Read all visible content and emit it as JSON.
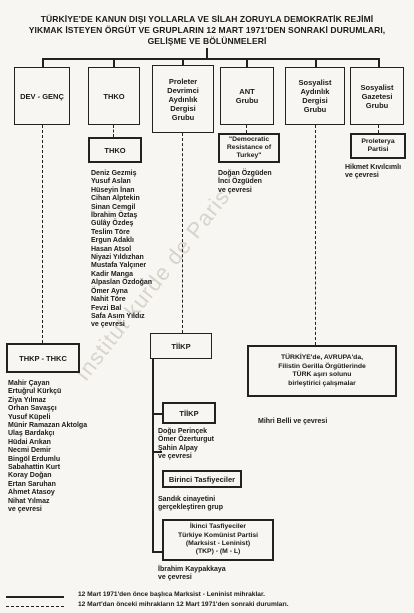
{
  "title": {
    "line1": "TÜRKİYE'DE KANUN DIŞI YOLLARLA VE SİLAH ZORUYLA DEMOKRATİK REJİMİ",
    "line2": "YIKMAK İSTEYEN ÖRGÜT VE GRUPLARIN 12 MART 1971'DEN SONRAKİ DURUMLARI,",
    "line3": "GELİŞME VE BÖLÜNMELERİ"
  },
  "boxes": {
    "dev_genc": "DEV - GENÇ",
    "thko_top": "THKO",
    "proleter": "Proleter\nDevrimci\nAydınlık\nDergisi\nGrubu",
    "ant": "ANT\nGrubu",
    "sosyalist_aydinlik": "Sosyalist\nAydınlık\nDergisi\nGrubu",
    "sosyalist_gazetesi": "Sosyalist\nGazetesi\nGrubu",
    "thko": "THKO",
    "democratic": "\"Democratic\nResistance of\nTurkey\"",
    "proleterya": "Proleterya\nPartisi",
    "thkp_thkc": "THKP - THKC",
    "tiikp": "TİİKP",
    "tiikp2": "TİİKP",
    "birinci": "Birinci Tasfiyeciler",
    "ikinci": "İkinci Tasfiyeciler\nTürkiye Komünist Partisi\n(Marksist - Leninist)\n(TKP) - (M - L)",
    "turkiye_avrupa": "TÜRKİYE'de, AVRUPA'da,\nFilistin Gerilla Örgütlerinde\nTÜRK aşırı solunu\nbirleştirici çalışmalar"
  },
  "lists": {
    "thko_members": "Deniz Gezmiş\nYusuf Aslan\nHüseyin İnan\nCihan Alptekin\nSinan Cemgil\nİbrahim Öztaş\nGülây Özdeş\nTeslim Töre\nErgun Adaklı\nHasan Atsol\nNiyazi Yıldızhan\nMustafa Yalçıner\nKadir Manga\nAlpaslan Özdoğan\nÖmer Ayna\nNahit Töre\nFevzi Bal\nSafa Asım Yıldız\nve çevresi",
    "ant_members": "Doğan Özgüden\nİnci Özgüden\nve çevresi",
    "sosyalist_gaz_members": "Hikmet Kıvılcımlı\nve çevresi",
    "thkp_members": "Mahir Çayan\nErtuğrul Kürkçü\nZiya Yılmaz\nOrhan Savaşçı\nYusuf Küpeli\nMünir Ramazan Aktolga\nUlaş Bardakçı\nHüdai Arıkan\nNecmi Demir\nBingöl Erdumlu\nSabahattin Kurt\nKoray Doğan\nErtan Saruhan\nAhmet Atasoy\nNihat Yılmaz\nve çevresi",
    "tiikp_members": "Doğu Perinçek\nÖmer Özerturgut\nŞahin Alpay\nve çevresi",
    "birinci_members": "Sandık cinayetini\ngerçekleştiren grup",
    "ikinci_members": "İbrahim Kaypakkaya\nve çevresi",
    "mihri": "Mihri Belli ve çevresi"
  },
  "legend": {
    "solid": "12 Mart 1971'den önce başlıca Marksist - Leninist mihraklar.",
    "dashed": "12 Mart'dan önceki mihrakların 12 Mart 1971'den sonraki durumları."
  },
  "watermark": "Institut kurde de Paris"
}
